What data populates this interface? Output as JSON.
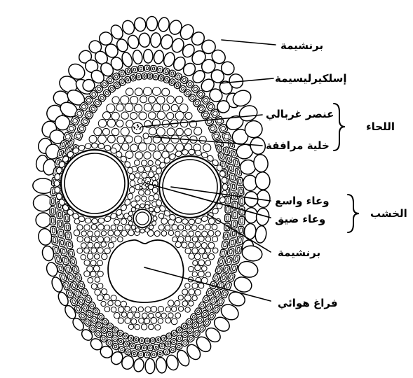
{
  "labels": {
    "parenchyma_top": "برنشيمة",
    "sclerenchyma": "إسلكيرليسيمة",
    "sieve_element": "عنصر غربالي",
    "companion_cell": "خلية مرافقة",
    "phloem": "اللحاء",
    "wide_vessel": "وعاء واسع",
    "narrow_vessel": "وعاء ضيق",
    "xylem": "الخشب",
    "parenchyma_bottom": "برنشيمة",
    "air_space": "فراغ هوائي"
  },
  "colors": {
    "line": "#000000",
    "cell_fill": "#ffffff"
  }
}
